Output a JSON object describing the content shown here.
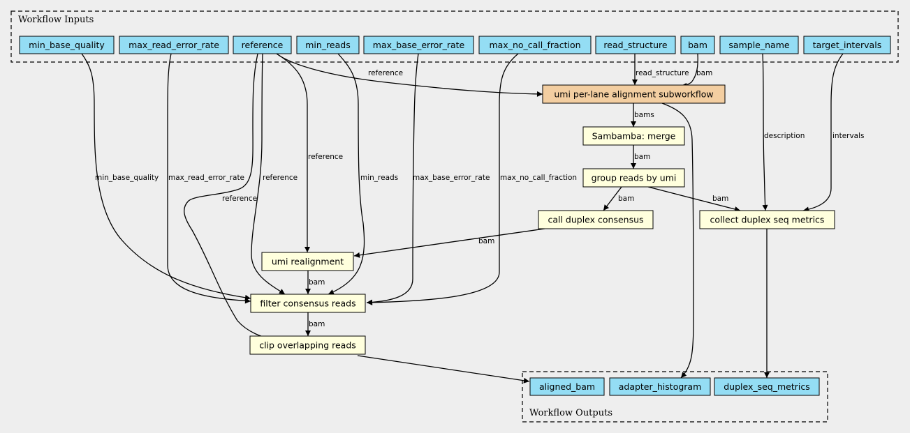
{
  "clusters": {
    "inputs": {
      "label": "Workflow Inputs"
    },
    "outputs": {
      "label": "Workflow Outputs"
    }
  },
  "colors": {
    "background": "#eeeeee",
    "input_fill": "#94ddf4",
    "step_fill": "#ffffdd",
    "subworkflow_fill": "#f3cea1",
    "border": "#000000"
  },
  "inputs": [
    {
      "id": "min_base_quality",
      "label": "min_base_quality"
    },
    {
      "id": "max_read_error_rate",
      "label": "max_read_error_rate"
    },
    {
      "id": "reference",
      "label": "reference"
    },
    {
      "id": "min_reads",
      "label": "min_reads"
    },
    {
      "id": "max_base_error_rate",
      "label": "max_base_error_rate"
    },
    {
      "id": "max_no_call_fraction",
      "label": "max_no_call_fraction"
    },
    {
      "id": "read_structure",
      "label": "read_structure"
    },
    {
      "id": "bam",
      "label": "bam"
    },
    {
      "id": "sample_name",
      "label": "sample_name"
    },
    {
      "id": "target_intervals",
      "label": "target_intervals"
    }
  ],
  "steps": [
    {
      "id": "umi_subworkflow",
      "label": "umi per-lane alignment subworkflow",
      "kind": "subworkflow"
    },
    {
      "id": "sambamba_merge",
      "label": "Sambamba: merge",
      "kind": "step"
    },
    {
      "id": "group_reads",
      "label": "group reads by umi",
      "kind": "step"
    },
    {
      "id": "call_duplex",
      "label": "call duplex consensus",
      "kind": "step"
    },
    {
      "id": "collect_metrics",
      "label": "collect duplex seq metrics",
      "kind": "step"
    },
    {
      "id": "umi_realignment",
      "label": "umi realignment",
      "kind": "step"
    },
    {
      "id": "filter_consensus",
      "label": "filter consensus reads",
      "kind": "step"
    },
    {
      "id": "clip_overlapping",
      "label": "clip overlapping reads",
      "kind": "step"
    }
  ],
  "outputs": [
    {
      "id": "aligned_bam",
      "label": "aligned_bam"
    },
    {
      "id": "adapter_histogram",
      "label": "adapter_histogram"
    },
    {
      "id": "duplex_seq_metrics",
      "label": "duplex_seq_metrics"
    }
  ],
  "edges": [
    {
      "from": "reference",
      "to": "umi_subworkflow",
      "label": "reference"
    },
    {
      "from": "read_structure",
      "to": "umi_subworkflow",
      "label": "read_structure"
    },
    {
      "from": "bam",
      "to": "umi_subworkflow",
      "label": "bam"
    },
    {
      "from": "umi_subworkflow",
      "to": "sambamba_merge",
      "label": "bams"
    },
    {
      "from": "sambamba_merge",
      "to": "group_reads",
      "label": "bam"
    },
    {
      "from": "group_reads",
      "to": "call_duplex",
      "label": "bam"
    },
    {
      "from": "group_reads",
      "to": "collect_metrics",
      "label": "bam"
    },
    {
      "from": "sample_name",
      "to": "collect_metrics",
      "label": "description"
    },
    {
      "from": "target_intervals",
      "to": "collect_metrics",
      "label": "intervals"
    },
    {
      "from": "reference",
      "to": "umi_realignment",
      "label": "reference"
    },
    {
      "from": "call_duplex",
      "to": "umi_realignment",
      "label": "bam"
    },
    {
      "from": "min_base_quality",
      "to": "filter_consensus",
      "label": "min_base_quality"
    },
    {
      "from": "max_read_error_rate",
      "to": "filter_consensus",
      "label": "max_read_error_rate"
    },
    {
      "from": "reference",
      "to": "filter_consensus",
      "label": "reference"
    },
    {
      "from": "min_reads",
      "to": "filter_consensus",
      "label": "min_reads"
    },
    {
      "from": "max_base_error_rate",
      "to": "filter_consensus",
      "label": "max_base_error_rate"
    },
    {
      "from": "max_no_call_fraction",
      "to": "filter_consensus",
      "label": "max_no_call_fraction"
    },
    {
      "from": "umi_realignment",
      "to": "filter_consensus",
      "label": "bam"
    },
    {
      "from": "filter_consensus",
      "to": "clip_overlapping",
      "label": "bam"
    },
    {
      "from": "reference",
      "to": "clip_overlapping",
      "label": "reference"
    },
    {
      "from": "clip_overlapping",
      "to": "aligned_bam",
      "label": ""
    },
    {
      "from": "umi_subworkflow",
      "to": "adapter_histogram",
      "label": ""
    },
    {
      "from": "collect_metrics",
      "to": "duplex_seq_metrics",
      "label": ""
    }
  ]
}
